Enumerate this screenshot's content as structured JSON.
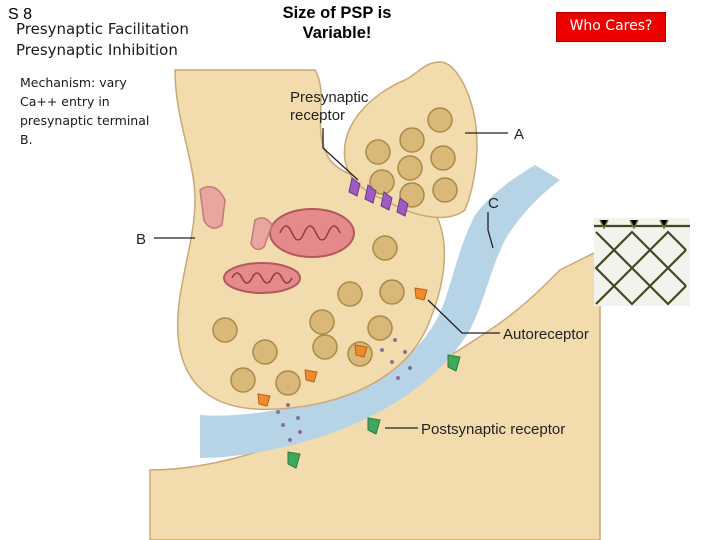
{
  "slide": {
    "number": "S 8",
    "topics": [
      "Presynaptic Facilitation",
      "Presynaptic Inhibition"
    ],
    "mechanism": "Mechanism: vary Ca++ entry in presynaptic terminal B.",
    "title": "Size of PSP is Variable!",
    "badge": "Who Cares?"
  },
  "diagram": {
    "labels": {
      "presynaptic_receptor": [
        "Presynaptic",
        "receptor"
      ],
      "a": "A",
      "b": "B",
      "c": "C",
      "autoreceptor": "Autoreceptor",
      "postsynaptic_receptor": "Postsynaptic receptor"
    },
    "colors": {
      "terminal_fill": "#f2dcae",
      "terminal_stroke": "#c9a874",
      "cleft": "#b7d3e6",
      "mitochondria": "#e48a8a",
      "vesicle": "#d9b878",
      "presynaptic_receptor": "#a05bc0",
      "autoreceptor": "#f08a2a",
      "postsynaptic_receptor": "#3fa85a"
    }
  }
}
